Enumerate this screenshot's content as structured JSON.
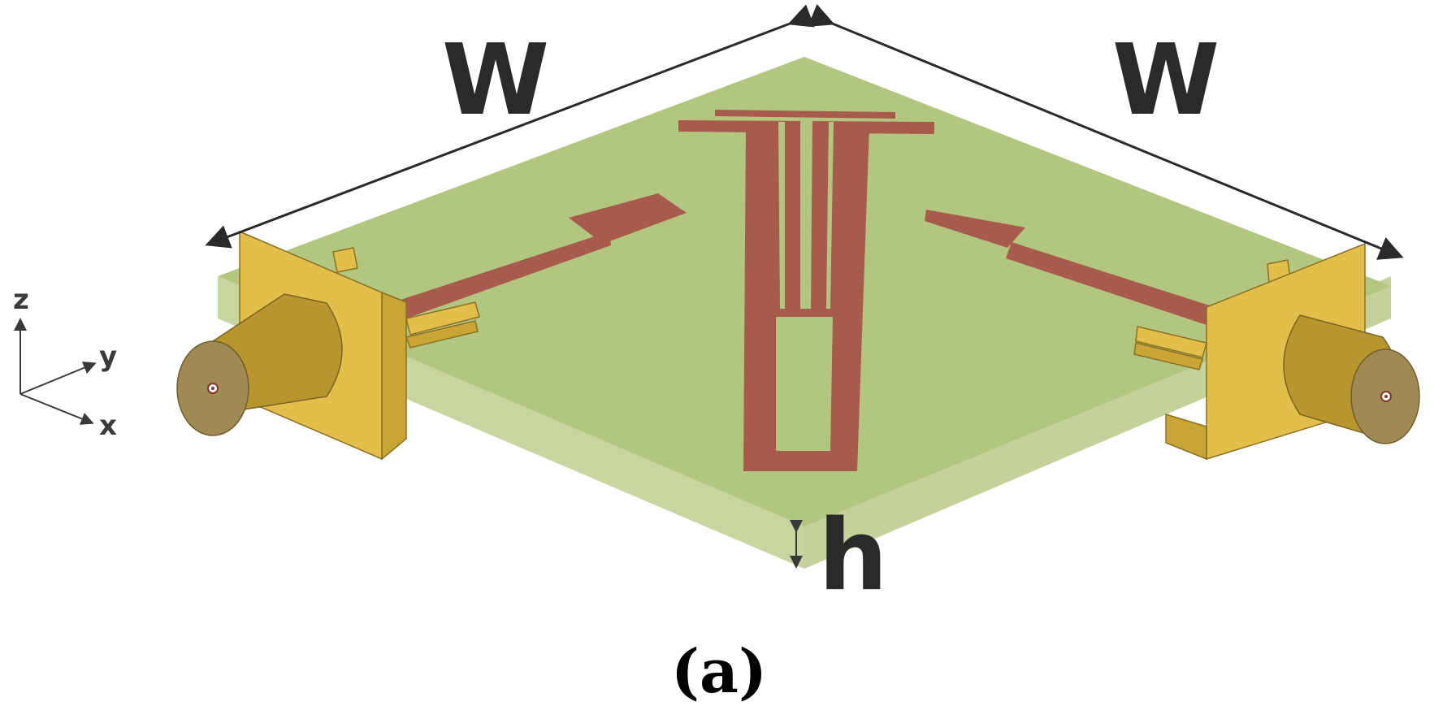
{
  "labels": {
    "width_left": "W",
    "width_right": "W",
    "thickness": "h"
  },
  "axes": {
    "z": "z",
    "y": "y",
    "x": "x"
  },
  "caption": "(a)",
  "colors": {
    "substrate_top": "#b5c783",
    "substrate_side": "#c7d6a0",
    "trace": "#a65b4d",
    "connector_face": "#e2be4b",
    "connector_side": "#c9a535",
    "barrel": "#b8962e",
    "barrel_end": "#9e8a52",
    "arrow": "#2a2a2a"
  },
  "icons": [
    "sma-connector-icon",
    "coordinate-axes-icon"
  ]
}
